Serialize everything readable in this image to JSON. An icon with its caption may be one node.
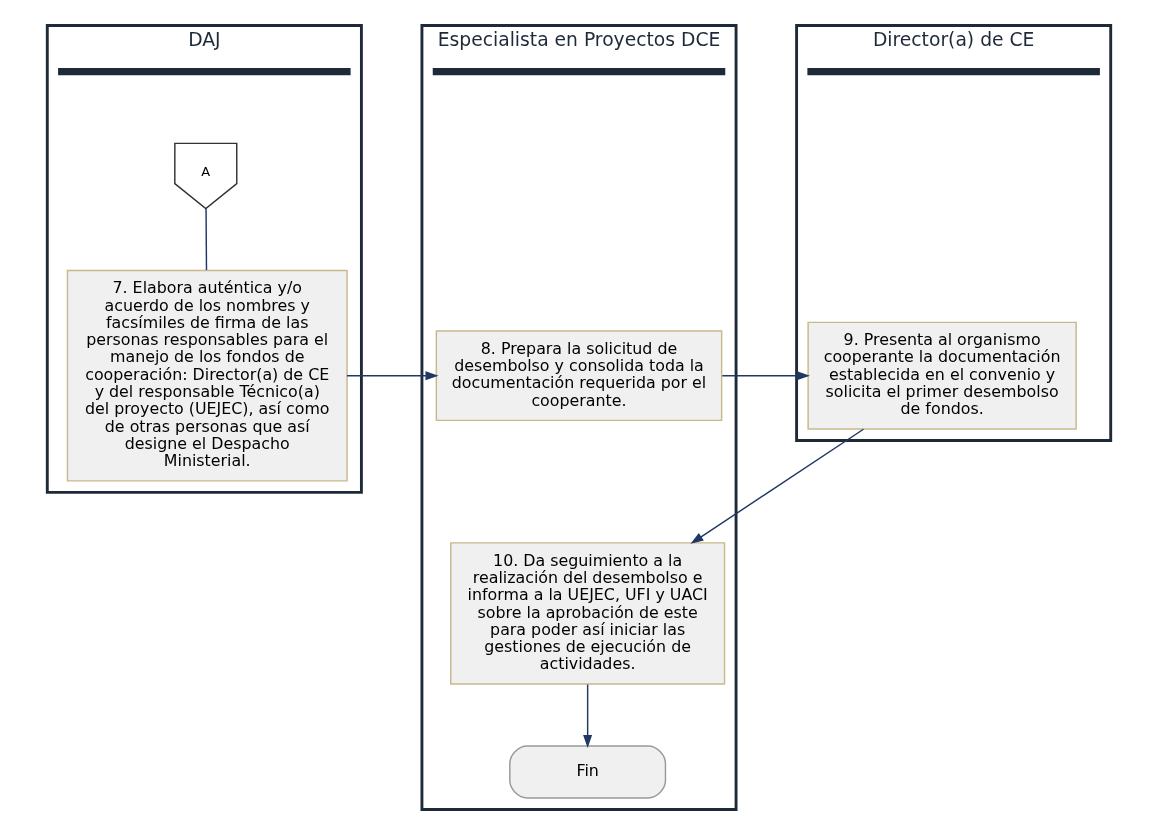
{
  "diagram": {
    "nodes": [
      {
        "text": [
          "DAJ"
        ]
      },
      {
        "text": [
          "Especialista en Proyectos DCE"
        ]
      },
      {
        "text": [
          "Director(a) de CE"
        ]
      },
      {
        "text": [
          "A"
        ],
        "in": 0
      },
      {
        "text": [
          "7. Elabora auténtica y/o acuerdo de los nombres y facsímiles de firma de las personas responsables para el manejo de los fondos de cooperación: Director(a) de CE y del responsable Técnico(a) del proyecto (UEJEC), así como de otras personas que así designe el Despacho Ministerial."
        ],
        "in": 0
      },
      {
        "text": [
          "8. Prepara la solicitud de desembolso y consolida toda la documentación requerida por el cooperante."
        ],
        "in": 1
      },
      {
        "text": [
          "9. Presenta al organismo cooperante la documentación establecida en el convenio y solicita el primer desembolso de fondos."
        ],
        "in": 2
      },
      {
        "text": [
          "10. Da seguimiento a la realización del desembolso e informa a la UEJEC, UFI y UACI sobre la aprobación de este para poder así iniciar las gestiones de ejecución de actividades."
        ],
        "in": 1
      },
      {
        "text": [
          "Fin"
        ],
        "in": 1
      }
    ],
    "edges": [
      {
        "from": 3,
        "to": 4,
        "arrow": "none"
      },
      {
        "from": 4,
        "to": 5,
        "arrow": "to"
      },
      {
        "from": 5,
        "to": 6,
        "arrow": "to"
      },
      {
        "from": 6,
        "to": 7,
        "arrow": "to"
      },
      {
        "from": 7,
        "to": 8,
        "arrow": "to"
      }
    ]
  }
}
